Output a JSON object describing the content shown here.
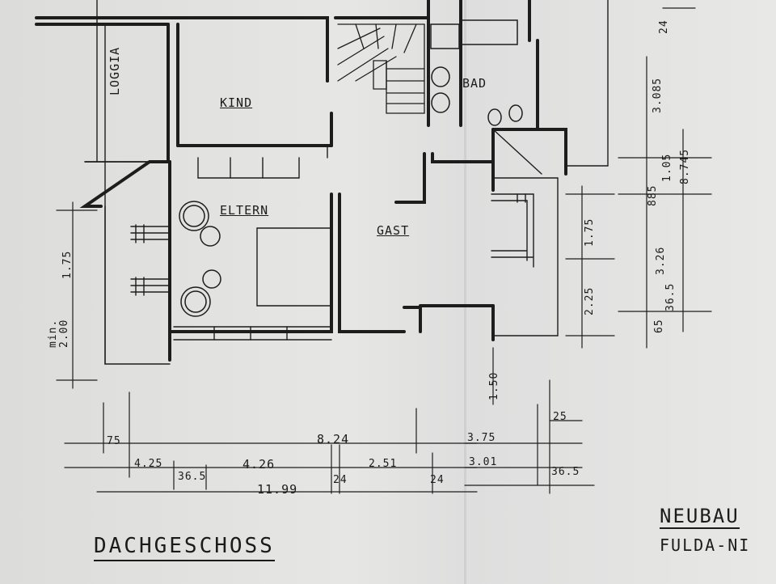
{
  "drawing": {
    "title": "DACHGESCHOSS",
    "project_line1": "NEUBAU",
    "project_line2": "FULDA-NI"
  },
  "rooms": {
    "loggia": "LOGGIA",
    "kind": "KIND",
    "bad": "BAD",
    "eltern": "ELTERN",
    "gast": "GAST"
  },
  "dimensions": {
    "top_right": "24",
    "right_3085": "3.085",
    "right_105": "1.05",
    "right_885": "885",
    "right_8745": "8.745",
    "right_326": "3.26",
    "right_365": "36.5",
    "right_65": "65",
    "left_175": "1.75",
    "left_min": "min.",
    "left_200": "2.00",
    "mid_175": "1.75",
    "mid_225": "2.25",
    "mid_150": "1.50",
    "bottom_75": "75",
    "bottom_824": "8.24",
    "bottom_375": "3.75",
    "bottom_25": "25",
    "bottom_425": "4.25",
    "bottom_365a": "36.5",
    "bottom_426": "4.26",
    "bottom_251": "2.51",
    "bottom_301": "3.01",
    "bottom_365b": "36.5",
    "bottom_1199": "11.99",
    "bottom_24a": "24",
    "bottom_24b": "24"
  }
}
